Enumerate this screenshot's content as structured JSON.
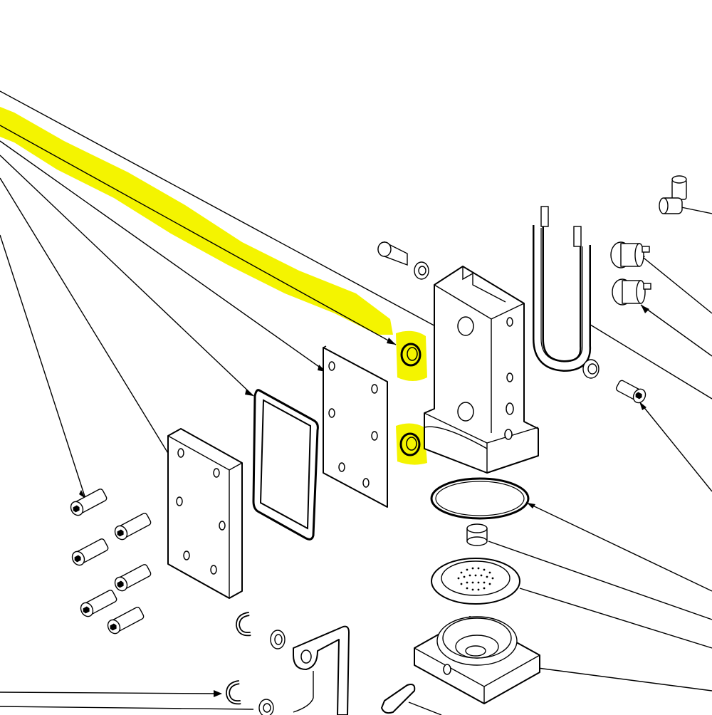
{
  "figure": {
    "kind": "exploded-assembly-drawing",
    "highlight_color": "#f4f400",
    "line_color": "#000000",
    "background": "#ffffff",
    "parts": [
      "valve-block",
      "seal-ring-upper",
      "seal-ring-lower",
      "gasket-plate",
      "rectangular-gasket",
      "cover-plate",
      "cap-screws",
      "u-heater-element",
      "elbow-fitting",
      "thermostat-upper",
      "thermostat-lower",
      "large-o-ring",
      "shower-screen-stud",
      "shower-screen",
      "group-head-base",
      "retaining-clips",
      "bracket-lever"
    ]
  }
}
